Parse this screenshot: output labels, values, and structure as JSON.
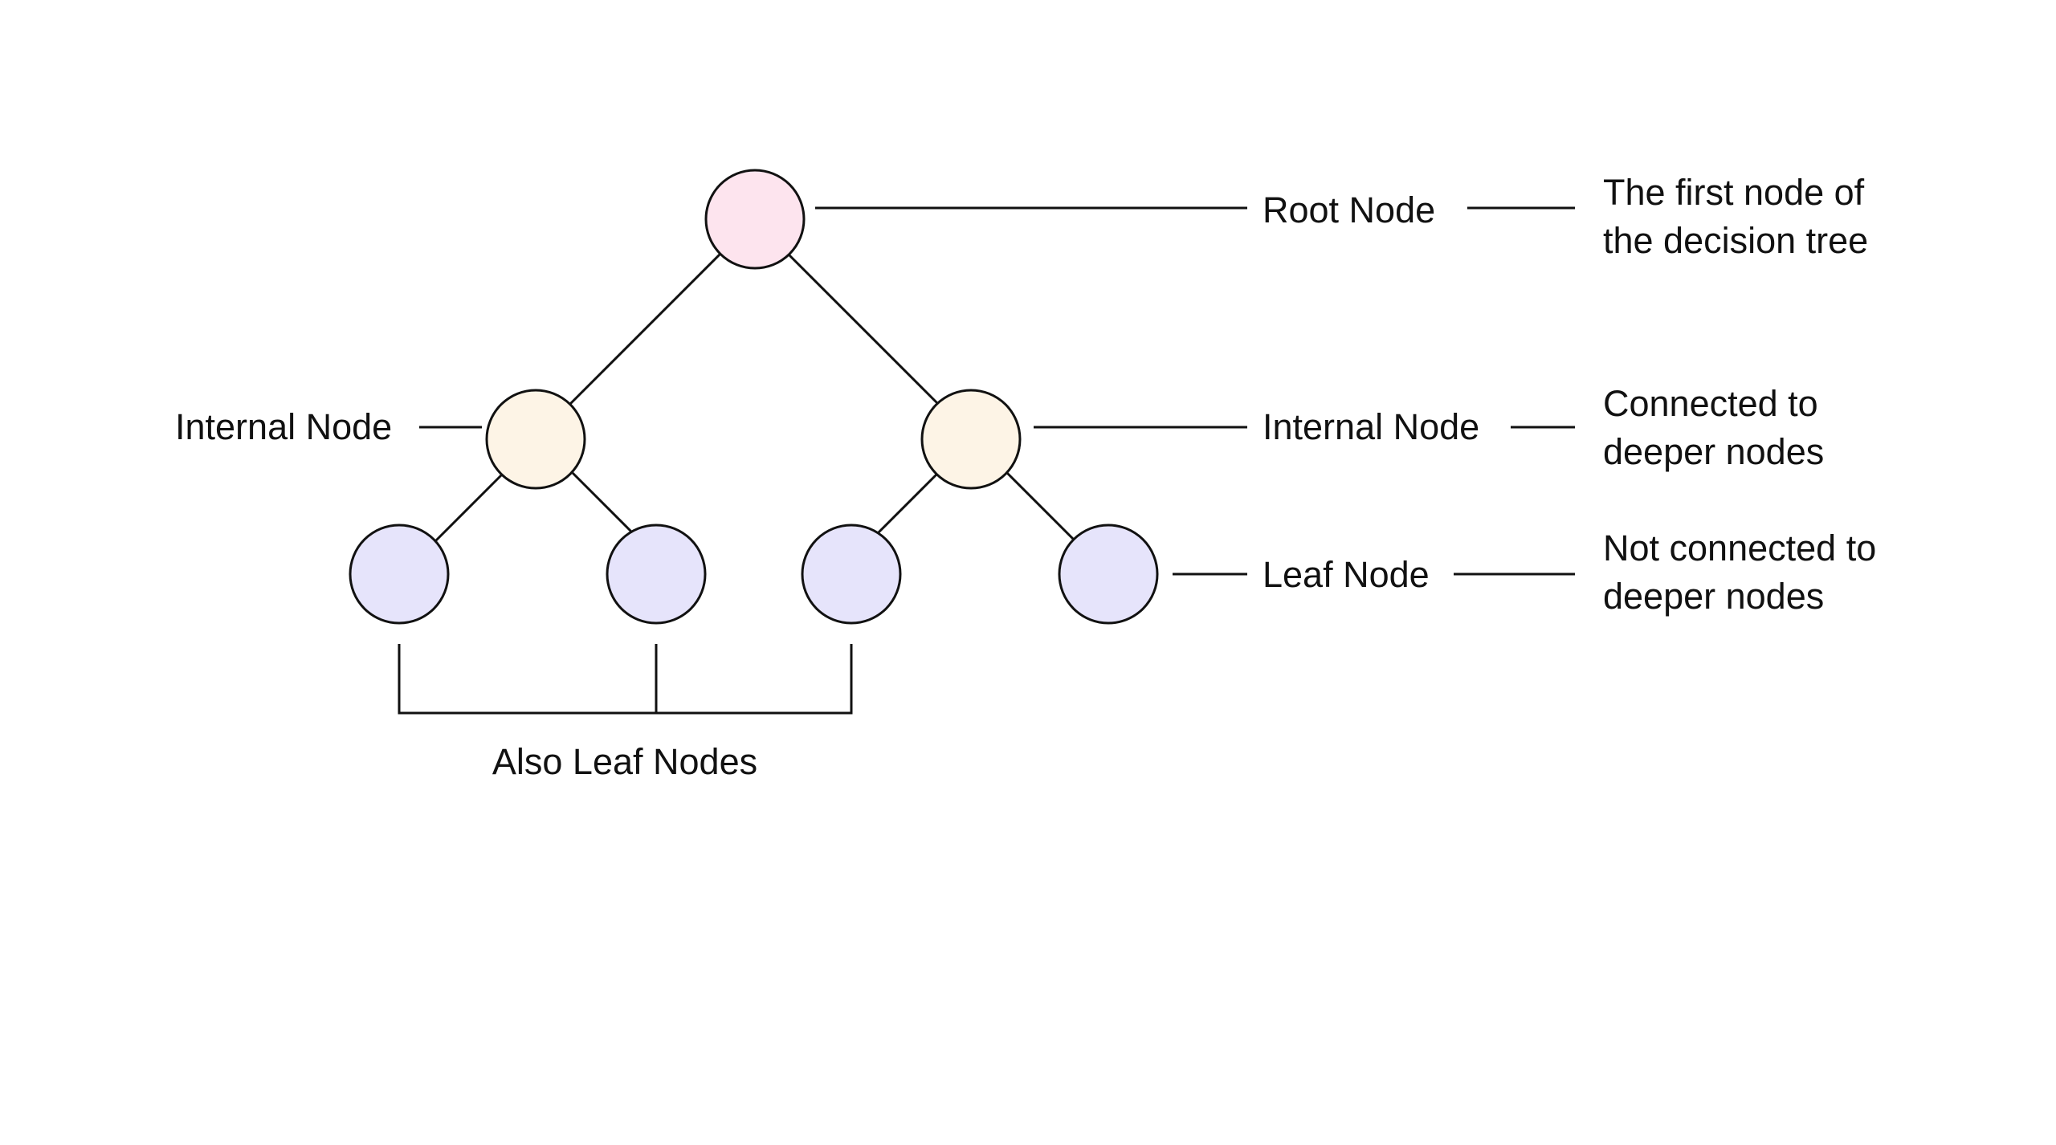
{
  "colors": {
    "root": "#FDE4EE",
    "internal": "#FDF4E6",
    "leaf": "#E6E4FB",
    "stroke": "#111111",
    "text": "#111111"
  },
  "labels": {
    "root_node": "Root Node",
    "root_desc_line1": "The first node of",
    "root_desc_line2": "the decision tree",
    "internal_node_left": "Internal Node",
    "internal_node_right": "Internal Node",
    "internal_desc_line1": "Connected to",
    "internal_desc_line2": "deeper nodes",
    "leaf_node": "Leaf Node",
    "leaf_desc_line1": "Not connected to",
    "leaf_desc_line2": "deeper nodes",
    "also_leaf_nodes": "Also Leaf Nodes"
  }
}
